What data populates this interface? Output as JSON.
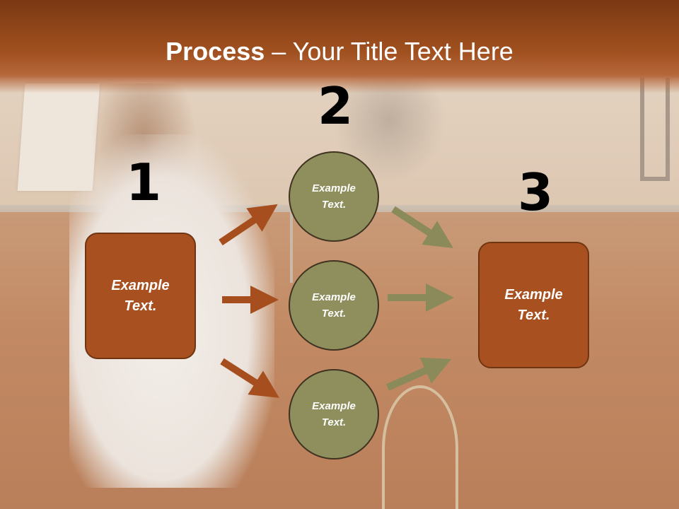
{
  "title": {
    "bold": "Process",
    "rest": " – Your Title Text Here"
  },
  "steps": {
    "one": "1",
    "two": "2",
    "three": "3"
  },
  "left_box": {
    "line1": "Example",
    "line2": "Text."
  },
  "right_box": {
    "line1": "Example",
    "line2": "Text."
  },
  "circles": [
    {
      "line1": "Example",
      "line2": "Text."
    },
    {
      "line1": "Example",
      "line2": "Text."
    },
    {
      "line1": "Example",
      "line2": "Text."
    }
  ],
  "colors": {
    "title_band": "#a0501f",
    "box_fill": "#a95020",
    "circle_fill": "#8f8f5e",
    "arrow_orange": "#a64e1e",
    "arrow_olive": "#8a8a5a"
  }
}
